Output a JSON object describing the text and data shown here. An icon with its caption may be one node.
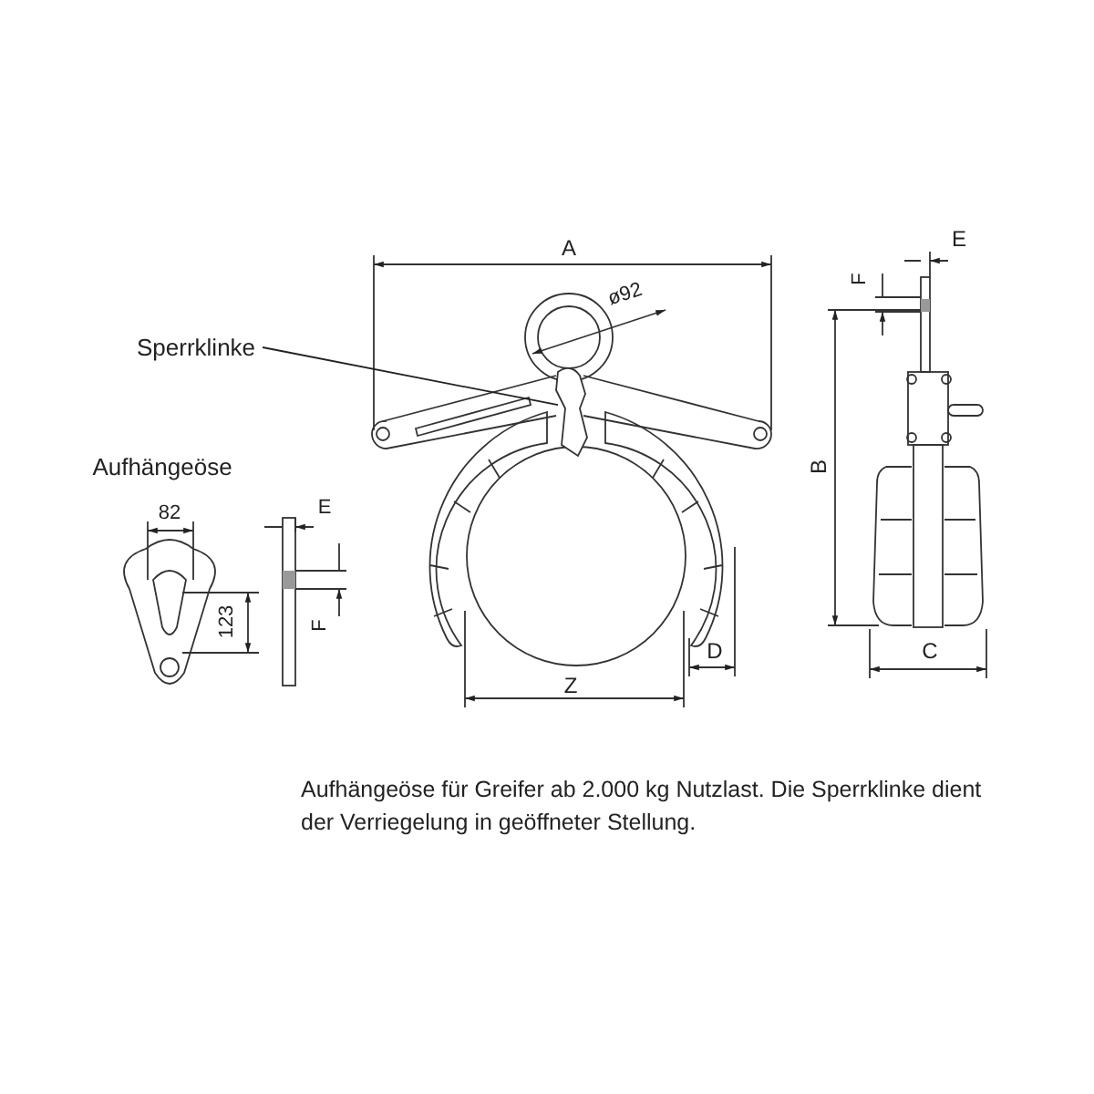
{
  "diagram": {
    "caption": "Aufhängeöse für Greifer ab 2.000 kg Nutzlast. Die Sperrklinke dient der Verriegelung in geöffneter Stellung.",
    "nodes": [
      {
        "text": [
          "Sperrklinke"
        ]
      },
      {
        "text": [],
        "shape": "picture"
      }
    ],
    "edges": [
      {
        "from": 0,
        "to": 1,
        "arrow": "none"
      }
    ],
    "labels": [
      "A",
      "ø92",
      "Aufhängeöse",
      "82",
      "E",
      "123",
      "F",
      "Z",
      "D",
      "F",
      "E",
      "B",
      "C"
    ]
  }
}
